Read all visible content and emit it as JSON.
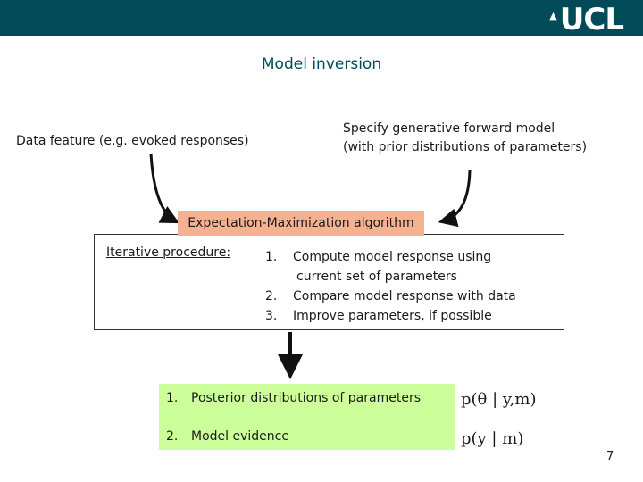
{
  "header": {
    "logo_text": "UCL",
    "logo_mark": "crest-icon",
    "bar_color": "#004b57"
  },
  "slide": {
    "title": "Model inversion",
    "data_feature": "Data feature (e.g. evoked responses)",
    "generative_model_line1": "Specify generative forward model",
    "generative_model_line2": "(with prior distributions of parameters)",
    "em_label": "Expectation-Maximization algorithm",
    "em_color": "#f6b290",
    "iterative": {
      "title": "Iterative procedure:",
      "steps": [
        {
          "num": "1.",
          "line1": "Compute model response using",
          "line2": "current set of parameters"
        },
        {
          "num": "2.",
          "line1": "Compare model response with data"
        },
        {
          "num": "3.",
          "line1": "Improve parameters, if possible"
        }
      ]
    },
    "outputs": [
      {
        "num": "1.",
        "label": "Posterior distributions of parameters",
        "formula": "p(θ | y,m)"
      },
      {
        "num": "2.",
        "label": "Model evidence",
        "formula": "p(y | m)"
      }
    ],
    "output_color": "#ccff99",
    "page_number": "7"
  }
}
